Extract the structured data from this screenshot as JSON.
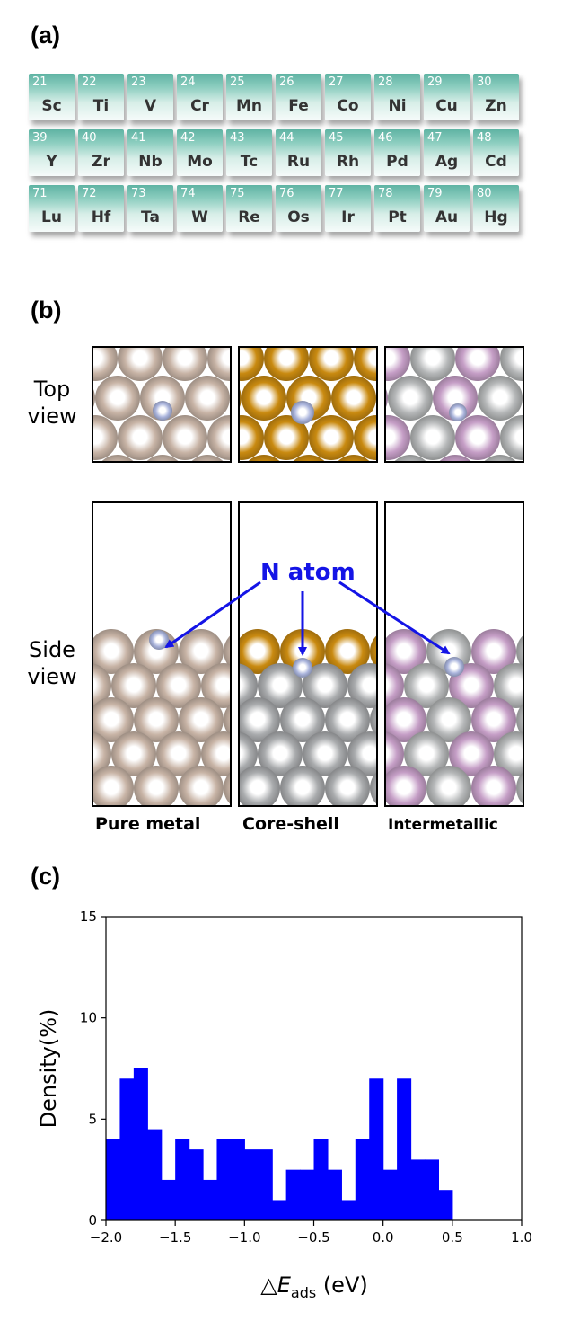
{
  "panels": {
    "a": "(a)",
    "b": "(b)",
    "c": "(c)"
  },
  "periodic_table": {
    "rows": [
      [
        {
          "num": "21",
          "sym": "Sc"
        },
        {
          "num": "22",
          "sym": "Ti"
        },
        {
          "num": "23",
          "sym": "V"
        },
        {
          "num": "24",
          "sym": "Cr"
        },
        {
          "num": "25",
          "sym": "Mn"
        },
        {
          "num": "26",
          "sym": "Fe"
        },
        {
          "num": "27",
          "sym": "Co"
        },
        {
          "num": "28",
          "sym": "Ni"
        },
        {
          "num": "29",
          "sym": "Cu"
        },
        {
          "num": "30",
          "sym": "Zn"
        }
      ],
      [
        {
          "num": "39",
          "sym": "Y"
        },
        {
          "num": "40",
          "sym": "Zr"
        },
        {
          "num": "41",
          "sym": "Nb"
        },
        {
          "num": "42",
          "sym": "Mo"
        },
        {
          "num": "43",
          "sym": "Tc"
        },
        {
          "num": "44",
          "sym": "Ru"
        },
        {
          "num": "45",
          "sym": "Rh"
        },
        {
          "num": "46",
          "sym": "Pd"
        },
        {
          "num": "47",
          "sym": "Ag"
        },
        {
          "num": "48",
          "sym": "Cd"
        }
      ],
      [
        {
          "num": "71",
          "sym": "Lu"
        },
        {
          "num": "72",
          "sym": "Hf"
        },
        {
          "num": "73",
          "sym": "Ta"
        },
        {
          "num": "74",
          "sym": "W"
        },
        {
          "num": "75",
          "sym": "Re"
        },
        {
          "num": "76",
          "sym": "Os"
        },
        {
          "num": "77",
          "sym": "Ir"
        },
        {
          "num": "78",
          "sym": "Pt"
        },
        {
          "num": "79",
          "sym": "Au"
        },
        {
          "num": "80",
          "sym": "Hg"
        }
      ]
    ]
  },
  "structures": {
    "top_view_label": [
      "Top",
      "view"
    ],
    "side_view_label": [
      "Side",
      "view"
    ],
    "atom_label": "N atom",
    "names": [
      "Pure metal",
      "Core-shell",
      "Intermetallic"
    ],
    "colors": {
      "pure_metal": "#c8b4a6",
      "shell": "#c98a10",
      "core": "#a9abad",
      "intermetallic_a": "#c59ec6",
      "intermetallic_b": "#b5b7b8",
      "n_atom": "#aab4dc",
      "arrow": "#1414e6"
    }
  },
  "chart_data": {
    "type": "bar",
    "bin_edges": [
      -2.0,
      -1.9,
      -1.8,
      -1.7,
      -1.6,
      -1.5,
      -1.4,
      -1.3,
      -1.2,
      -1.1,
      -1.0,
      -0.9,
      -0.8,
      -0.7,
      -0.6,
      -0.5,
      -0.4,
      -0.3,
      -0.2,
      -0.1,
      0.0,
      0.1,
      0.2,
      0.3,
      0.4,
      0.5,
      0.6,
      0.7,
      0.8,
      0.9,
      1.0
    ],
    "values": [
      4.0,
      7.0,
      7.5,
      4.5,
      2.0,
      4.0,
      3.5,
      2.0,
      4.0,
      4.0,
      3.5,
      1.0,
      2.5,
      2.5,
      4.0,
      2.5,
      1.0,
      4.0,
      7.0,
      2.5,
      7.0,
      3.0,
      3.0,
      1.5
    ],
    "x_edges_used": [
      -2.0,
      -1.9,
      -1.8,
      -1.7,
      -1.6,
      -1.5,
      -1.4,
      -1.3,
      -1.2,
      -1.1,
      -1.0,
      -0.8,
      -0.7,
      -0.6,
      -0.5,
      -0.4,
      -0.3,
      -0.2,
      -0.1,
      0.0,
      0.1,
      0.2,
      0.3,
      0.4,
      0.5,
      0.6,
      0.7,
      0.8,
      0.9,
      1.0
    ],
    "ylabel": "Density(%)",
    "xlabel_prefix": "△",
    "xlabel_var": "E",
    "xlabel_sub": "ads",
    "xlabel_unit": "(eV)",
    "xlim": [
      -2.0,
      1.0
    ],
    "ylim": [
      0,
      15
    ],
    "xticks": [
      -2.0,
      -1.5,
      -1.0,
      -0.5,
      0.0,
      0.5,
      1.0
    ],
    "xtick_labels": [
      "−2.0",
      "−1.5",
      "−1.0",
      "−0.5",
      "0.0",
      "0.5",
      "1.0"
    ],
    "yticks": [
      0,
      5,
      10,
      15
    ],
    "ytick_labels": [
      "0",
      "5",
      "10",
      "15"
    ],
    "bar_color": "#0000ff",
    "grid": false
  }
}
